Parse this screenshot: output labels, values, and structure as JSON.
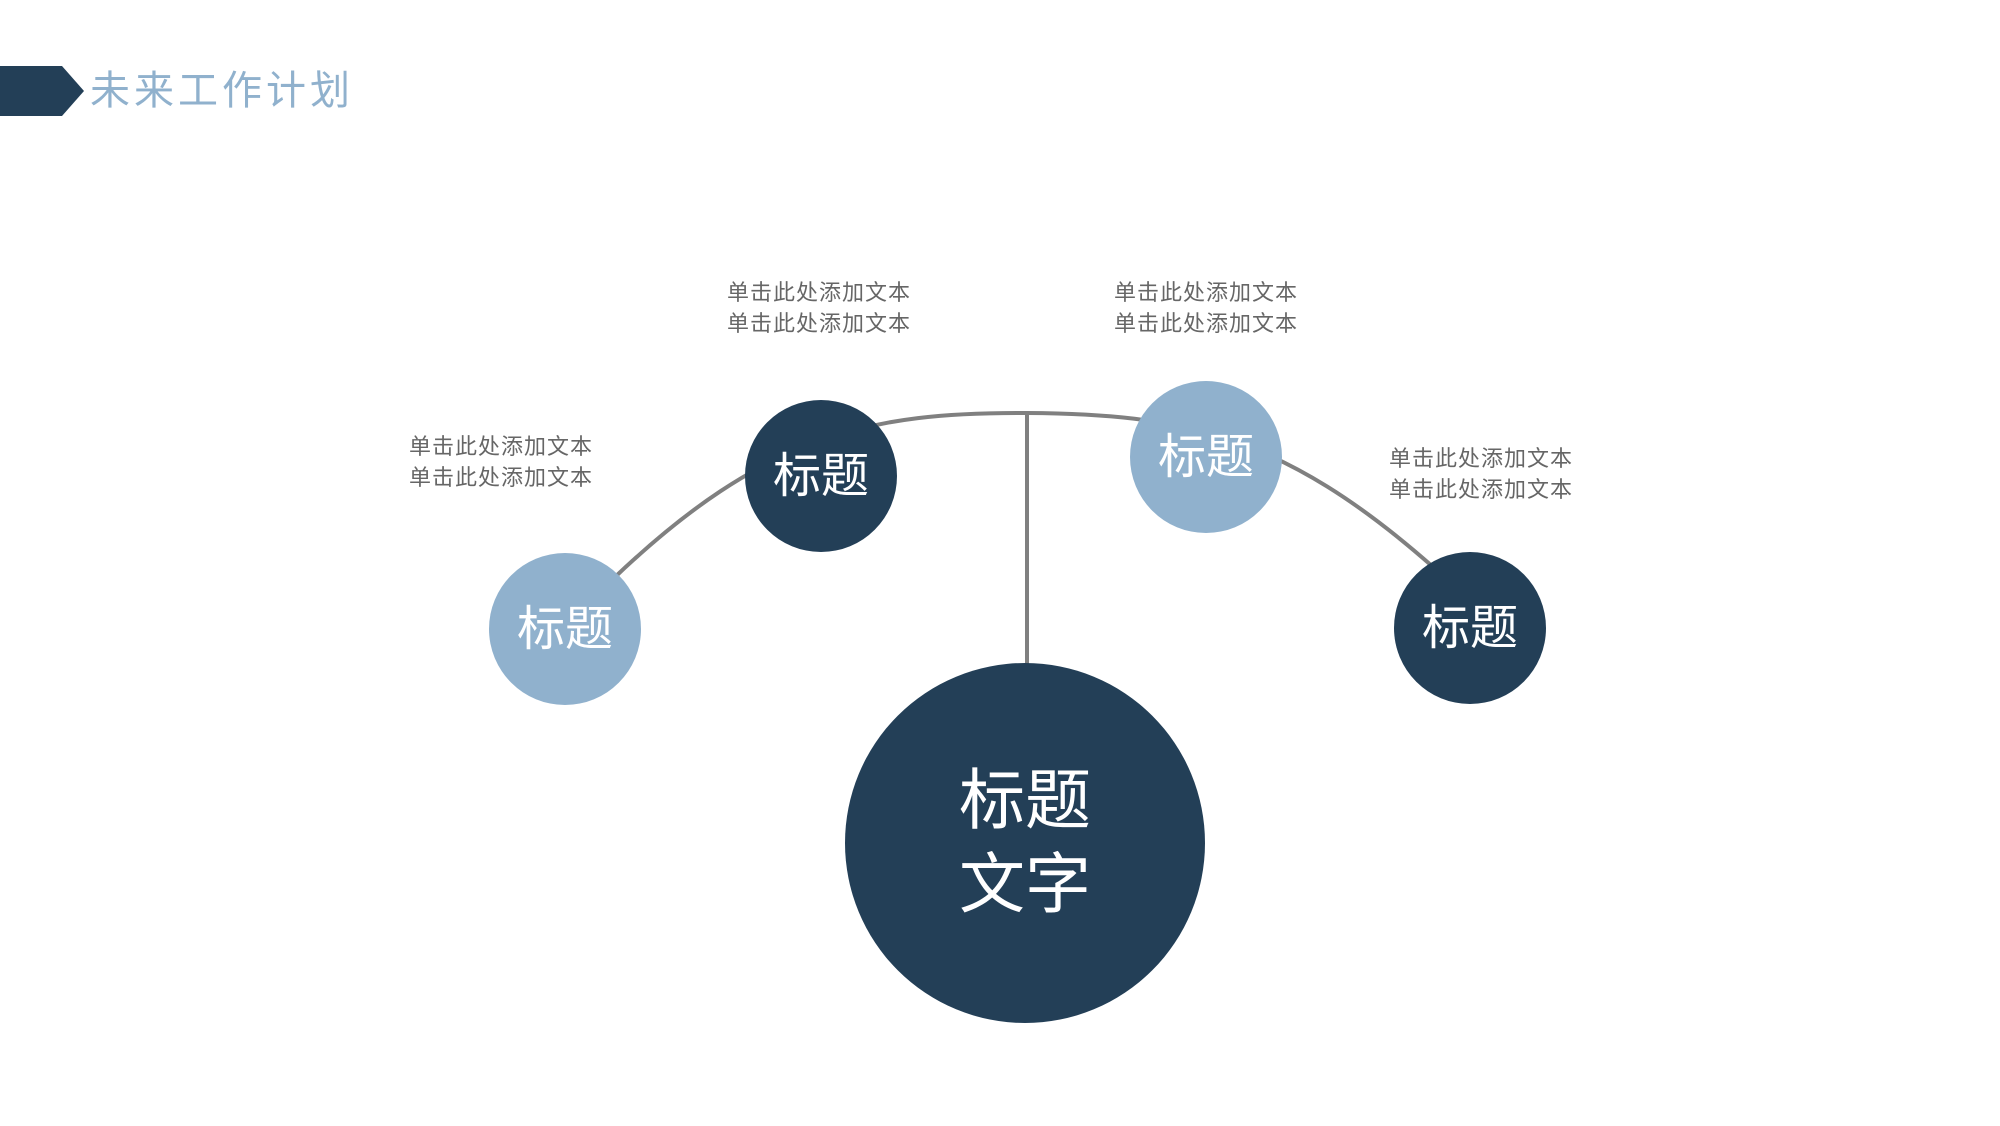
{
  "header": {
    "title": "未来工作计划"
  },
  "colors": {
    "dark": "#233f57",
    "light": "#90b1cd",
    "connector": "#808080",
    "note_text": "#666666"
  },
  "diagram": {
    "center_node": {
      "line1": "标题",
      "line2": "文字"
    },
    "nodes": [
      {
        "label": "标题",
        "tone": "light"
      },
      {
        "label": "标题",
        "tone": "dark"
      },
      {
        "label": "标题",
        "tone": "light"
      },
      {
        "label": "标题",
        "tone": "dark"
      }
    ],
    "notes": [
      {
        "line1": "单击此处添加文本",
        "line2": "单击此处添加文本"
      },
      {
        "line1": "单击此处添加文本",
        "line2": "单击此处添加文本"
      },
      {
        "line1": "单击此处添加文本",
        "line2": "单击此处添加文本"
      },
      {
        "line1": "单击此处添加文本",
        "line2": "单击此处添加文本"
      }
    ]
  }
}
